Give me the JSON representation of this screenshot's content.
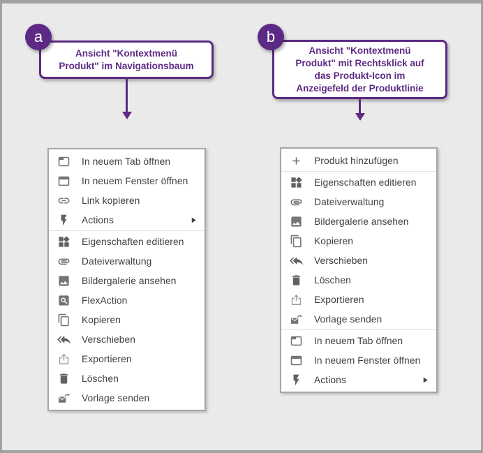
{
  "colors": {
    "accent_purple": "#5c2a84",
    "background_gray": "#eaeaea",
    "frame_border_gray": "#a2a2a2",
    "menu_border_gray": "#a6a6a6",
    "menu_text_gray": "#3c4043",
    "icon_gray": "#757575"
  },
  "callouts": {
    "a": {
      "badge": "a",
      "text": "Ansicht \"Kontextmenü Produkt\" im Navigationsbaum",
      "lines": [
        "Ansicht \"Kontextmenü",
        "Produkt\" im Navigationsbaum"
      ]
    },
    "b": {
      "badge": "b",
      "text": "Ansicht \"Kontextmenü Produkt\" mit Rechtsklick auf das Produkt-Icon im Anzeigefeld der Produktlinie",
      "lines": [
        "Ansicht \"Kontextmenü",
        "Produkt\" mit Rechtsklick auf",
        "das Produkt-Icon im",
        "Anzeigefeld der Produktlinie"
      ]
    }
  },
  "menu_a": {
    "items": [
      {
        "label": "In neuem Tab öffnen",
        "icon": "tab-icon"
      },
      {
        "label": "In neuem Fenster öffnen",
        "icon": "window-icon"
      },
      {
        "label": "Link kopieren",
        "icon": "link-icon"
      },
      {
        "label": "Actions",
        "icon": "bolt-icon",
        "submenu": true
      },
      {
        "label": "Eigenschaften editieren",
        "icon": "widgets-icon"
      },
      {
        "label": "Dateiverwaltung",
        "icon": "paperclip-icon"
      },
      {
        "label": "Bildergalerie ansehen",
        "icon": "image-icon"
      },
      {
        "label": "FlexAction",
        "icon": "search-box-icon"
      },
      {
        "label": "Kopieren",
        "icon": "copy-icon"
      },
      {
        "label": "Verschieben",
        "icon": "move-icon"
      },
      {
        "label": "Exportieren",
        "icon": "export-icon"
      },
      {
        "label": "Löschen",
        "icon": "trash-icon"
      },
      {
        "label": "Vorlage senden",
        "icon": "send-template-icon"
      }
    ]
  },
  "menu_b": {
    "items": [
      {
        "label": "Produkt hinzufügen",
        "icon": "plus-icon"
      },
      {
        "label": "Eigenschaften editieren",
        "icon": "widgets-icon"
      },
      {
        "label": "Dateiverwaltung",
        "icon": "paperclip-icon"
      },
      {
        "label": "Bildergalerie ansehen",
        "icon": "image-icon"
      },
      {
        "label": "Kopieren",
        "icon": "copy-icon"
      },
      {
        "label": "Verschieben",
        "icon": "move-icon"
      },
      {
        "label": "Löschen",
        "icon": "trash-icon"
      },
      {
        "label": "Exportieren",
        "icon": "export-icon"
      },
      {
        "label": "Vorlage senden",
        "icon": "send-template-icon"
      },
      {
        "label": "In neuem Tab öffnen",
        "icon": "tab-icon"
      },
      {
        "label": "In neuem Fenster öffnen",
        "icon": "window-icon"
      },
      {
        "label": "Actions",
        "icon": "bolt-icon",
        "submenu": true
      }
    ]
  }
}
